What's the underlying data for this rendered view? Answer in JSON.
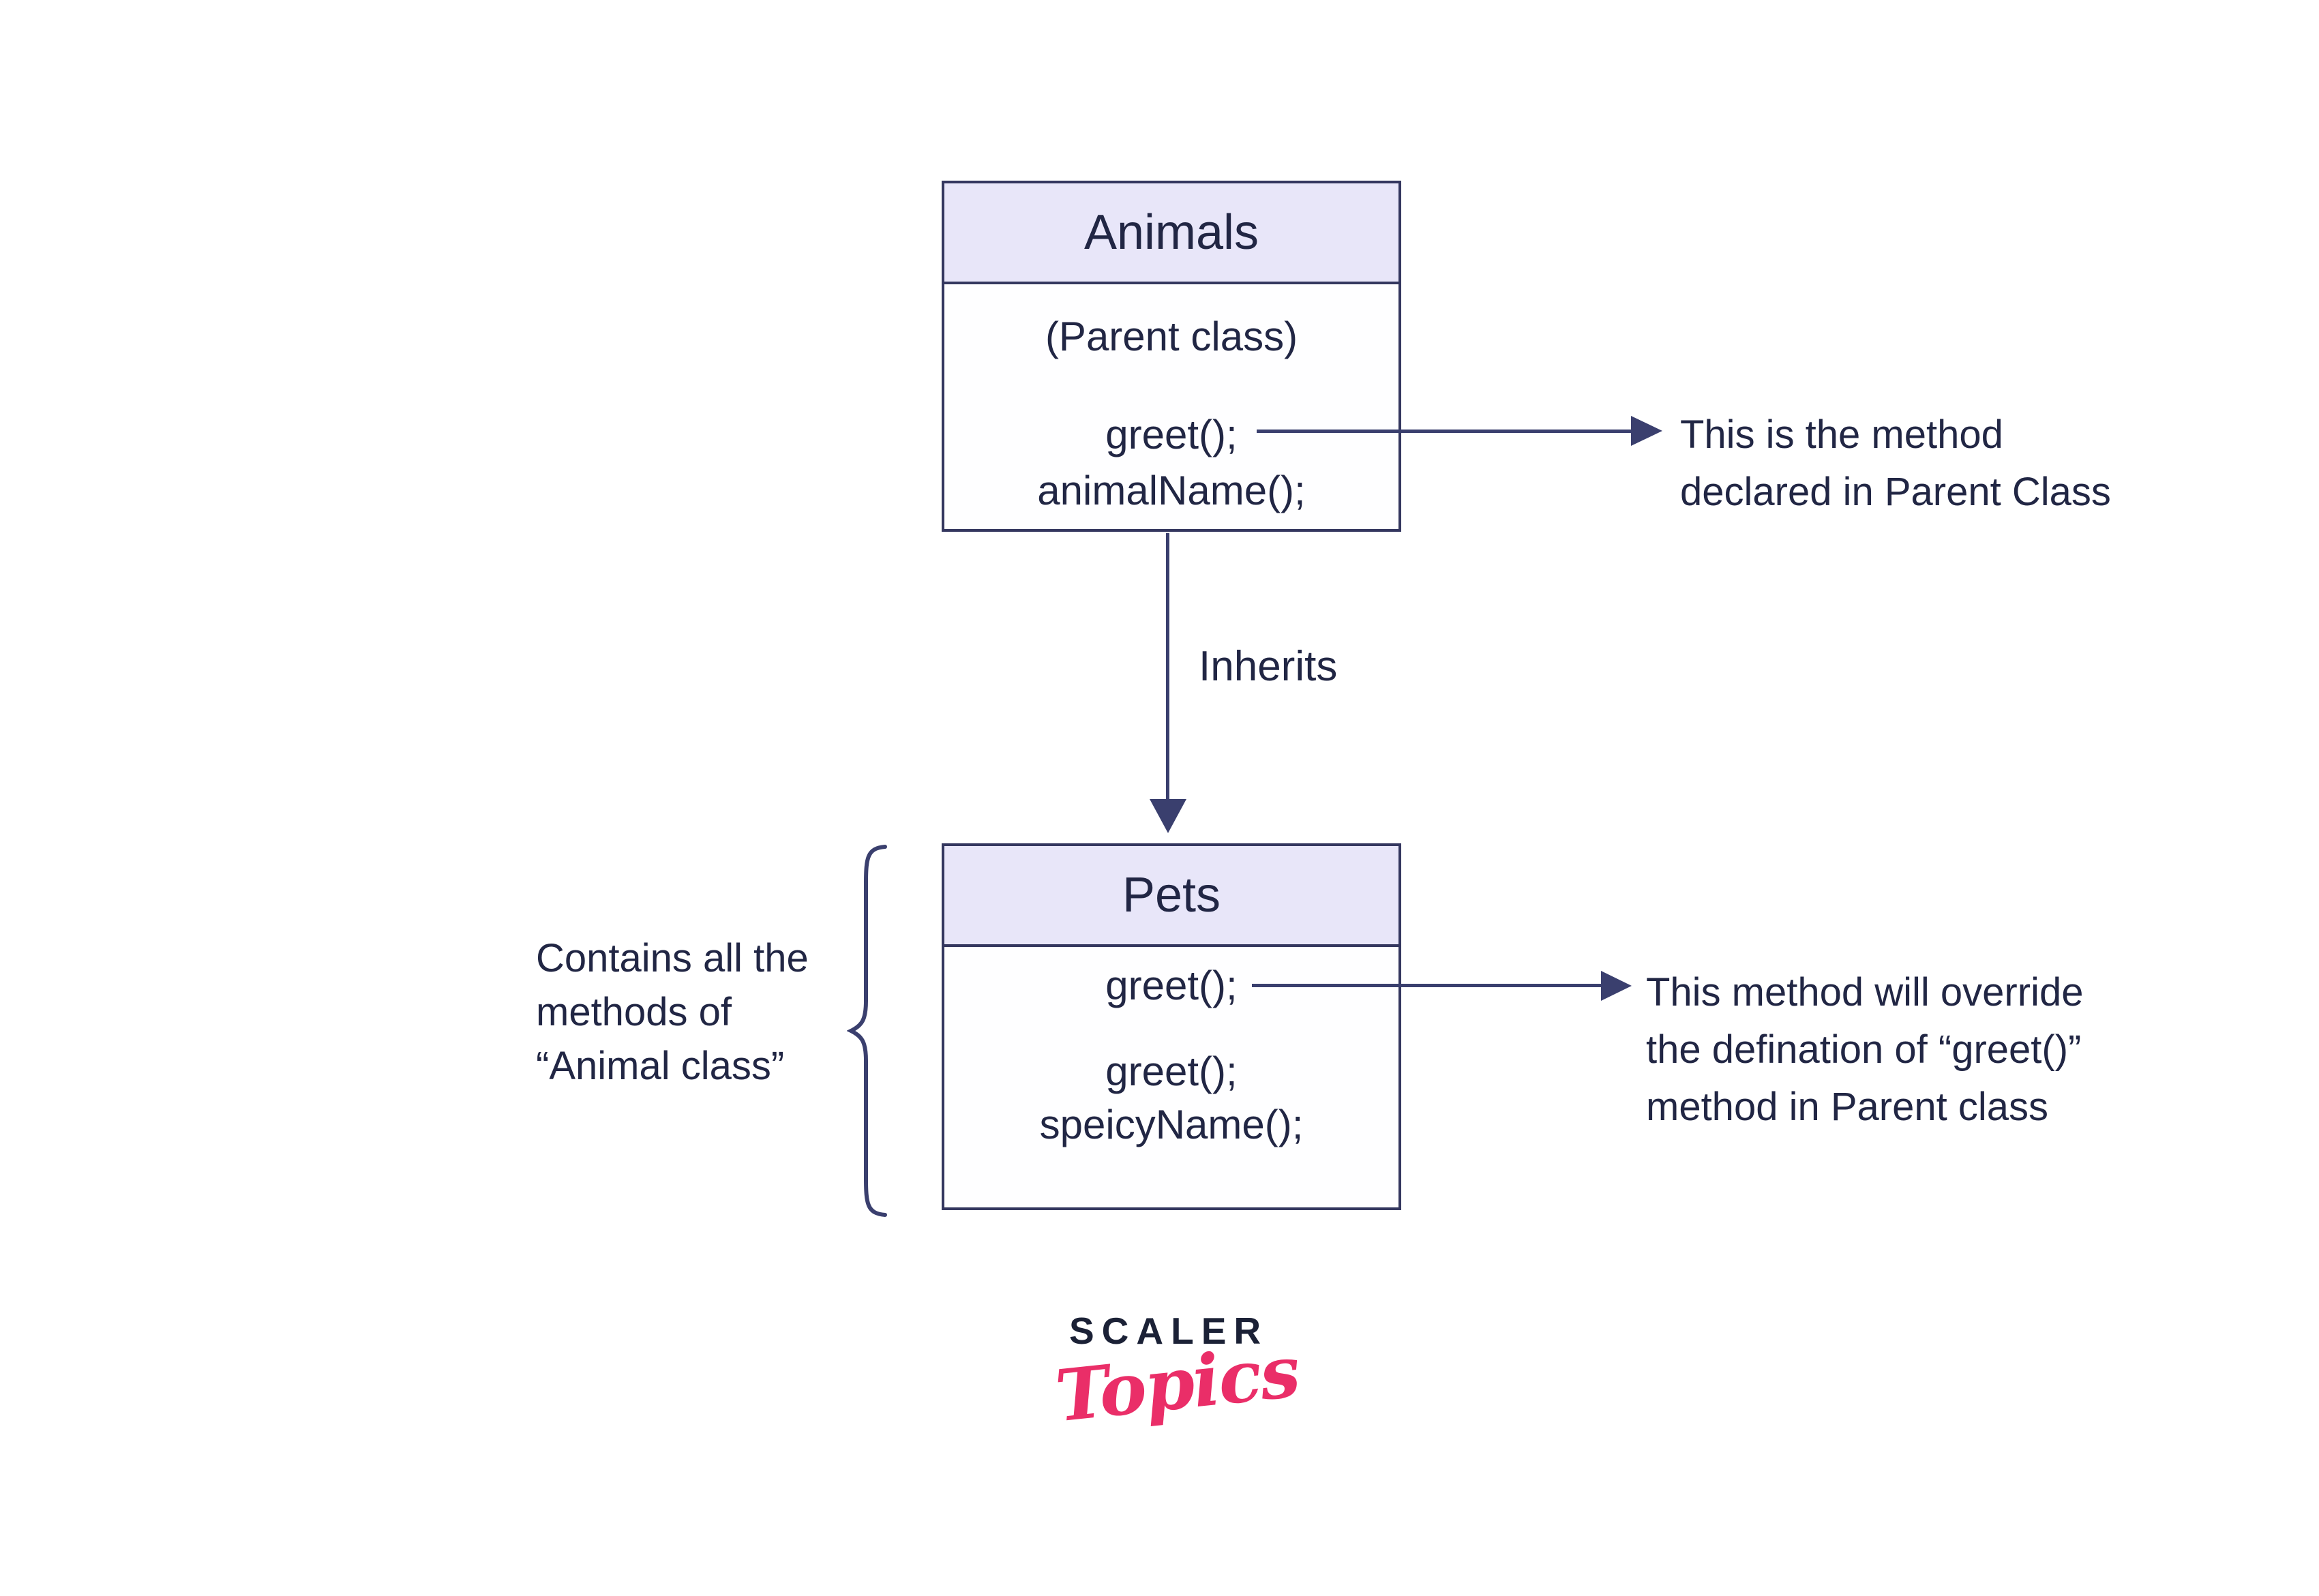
{
  "canvas": {
    "background": "#ffffff"
  },
  "colors": {
    "box_border": "#34375f",
    "header_fill": "#e8e6f9",
    "text": "#212644",
    "arrow": "#3a3f6e",
    "logo_dark": "#1b2136",
    "logo_pink": "#ea2e68"
  },
  "parent_box": {
    "title": "Animals",
    "subtitle": "(Parent class)",
    "method_1": "greet();",
    "method_2": "animalName();"
  },
  "child_box": {
    "title": "Pets",
    "override_method": "greet();",
    "method_1": "greet();",
    "method_2": "speicyName();"
  },
  "inherits_label": "Inherits",
  "annotation_parent_method": {
    "line_1": "This is the method",
    "line_2": "declared in Parent Class"
  },
  "annotation_override": {
    "line_1": "This method will override",
    "line_2": "the defination of “greet()”",
    "line_3": "method in Parent class"
  },
  "annotation_contains": {
    "line_1": "Contains all the",
    "line_2": "methods of",
    "line_3": "“Animal class”"
  },
  "logo": {
    "primary": "SCALER",
    "secondary": "Topics"
  }
}
